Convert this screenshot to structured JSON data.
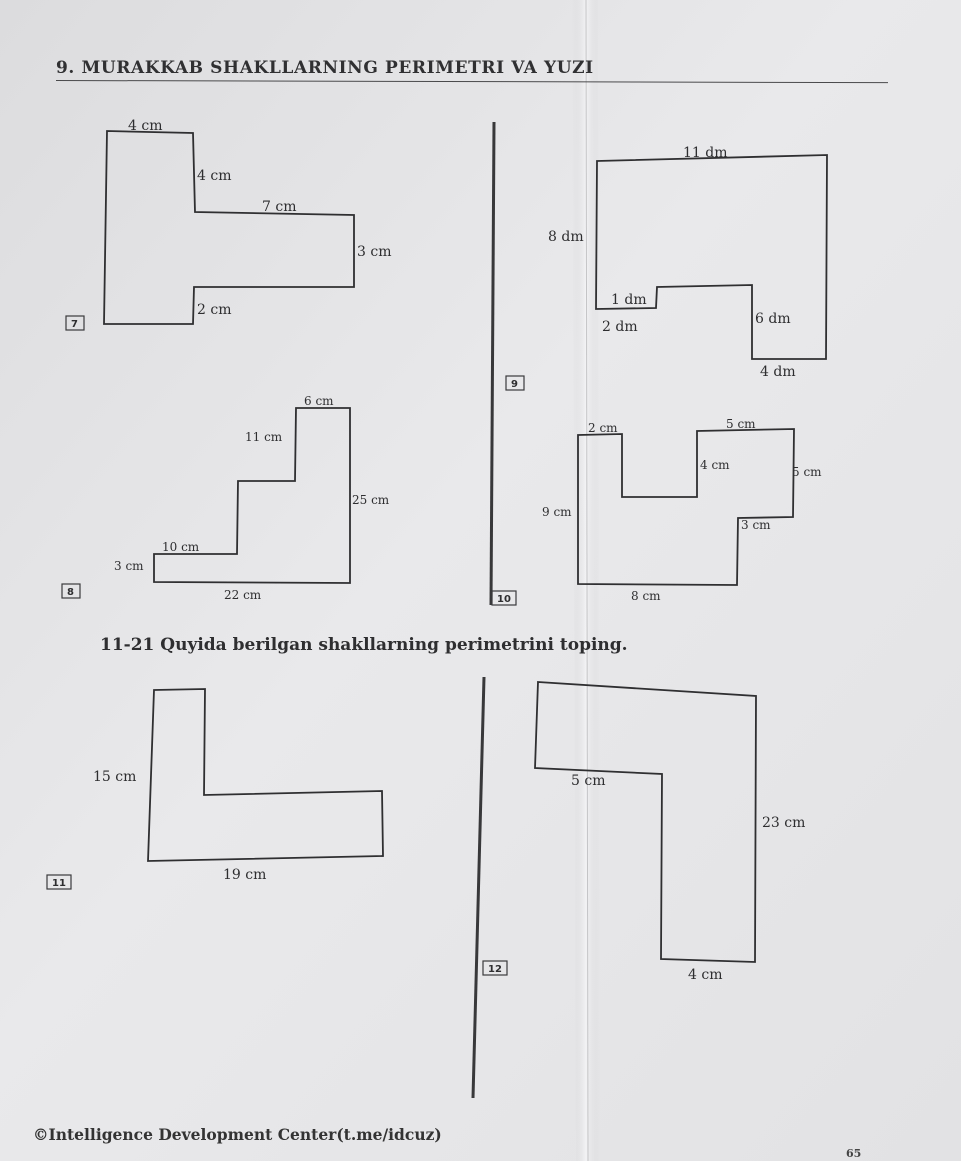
{
  "header": {
    "title": "9. MURAKKAB SHAKLLARNING PERIMETRI VA YUZI"
  },
  "figures": [
    {
      "number": "7",
      "labels": [
        "4 cm",
        "4 cm",
        "7 cm",
        "3 cm",
        "2 cm"
      ]
    },
    {
      "number": "8",
      "labels": [
        "6 cm",
        "11 cm",
        "25 cm",
        "10 cm",
        "3 cm",
        "22 cm"
      ]
    },
    {
      "number": "9",
      "labels": [
        "11 dm",
        "8 dm",
        "1 dm",
        "2 dm",
        "6 dm",
        "4 dm"
      ]
    },
    {
      "number": "10",
      "labels": [
        "2 cm",
        "5 cm",
        "4 cm",
        "5 cm",
        "9 cm",
        "3 cm",
        "8 cm"
      ]
    },
    {
      "number": "11",
      "labels": [
        "15 cm",
        "19 cm"
      ]
    },
    {
      "number": "12",
      "labels": [
        "5 cm",
        "23 cm",
        "4 cm"
      ]
    }
  ],
  "task": {
    "text": "11-21 Quyida berilgan shakllarning perimetrini toping."
  },
  "footer": {
    "copyright": "©Intelligence Development Center(t.me/idcuz)",
    "page_number": "65"
  }
}
